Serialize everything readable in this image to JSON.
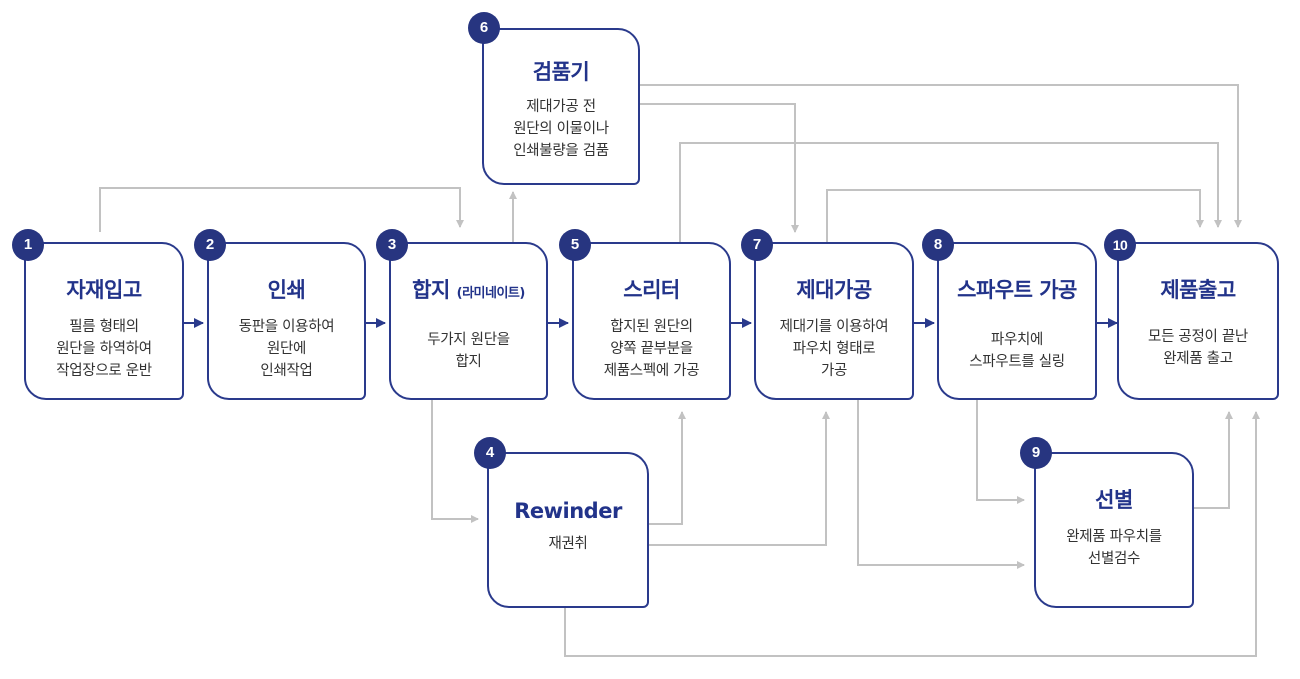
{
  "colors": {
    "accent": "#22338a",
    "badge": "#273580",
    "connector": "#c2c2c2",
    "arrow": "#2a3a8c"
  },
  "steps": {
    "s1": {
      "num": "1",
      "title": "자재입고",
      "desc": "필름 형태의\n원단을 하역하여\n작업장으로 운반"
    },
    "s2": {
      "num": "2",
      "title": "인쇄",
      "desc": "동판을 이용하여\n원단에\n인쇄작업"
    },
    "s3": {
      "num": "3",
      "title": "합지",
      "title_sub": "(라미네이트)",
      "desc": "두가지 원단을\n합지"
    },
    "s4": {
      "num": "4",
      "title": "Rewinder",
      "desc": "재권취"
    },
    "s5": {
      "num": "5",
      "title": "스리터",
      "desc": "합지된 원단의\n양쪽 끝부분을\n제품스펙에 가공"
    },
    "s6": {
      "num": "6",
      "title": "검품기",
      "desc": "제대가공 전\n원단의 이물이나\n인쇄불량을 검품"
    },
    "s7": {
      "num": "7",
      "title": "제대가공",
      "desc": "제대기를 이용하여\n파우치 형태로\n가공"
    },
    "s8": {
      "num": "8",
      "title": "스파우트 가공",
      "desc": "파우치에\n스파우트를 실링"
    },
    "s9": {
      "num": "9",
      "title": "선별",
      "desc": "완제품 파우치를\n선별검수"
    },
    "s10": {
      "num": "10",
      "title": "제품출고",
      "desc": "모든 공정이 끝난\n완제품 출고"
    }
  }
}
